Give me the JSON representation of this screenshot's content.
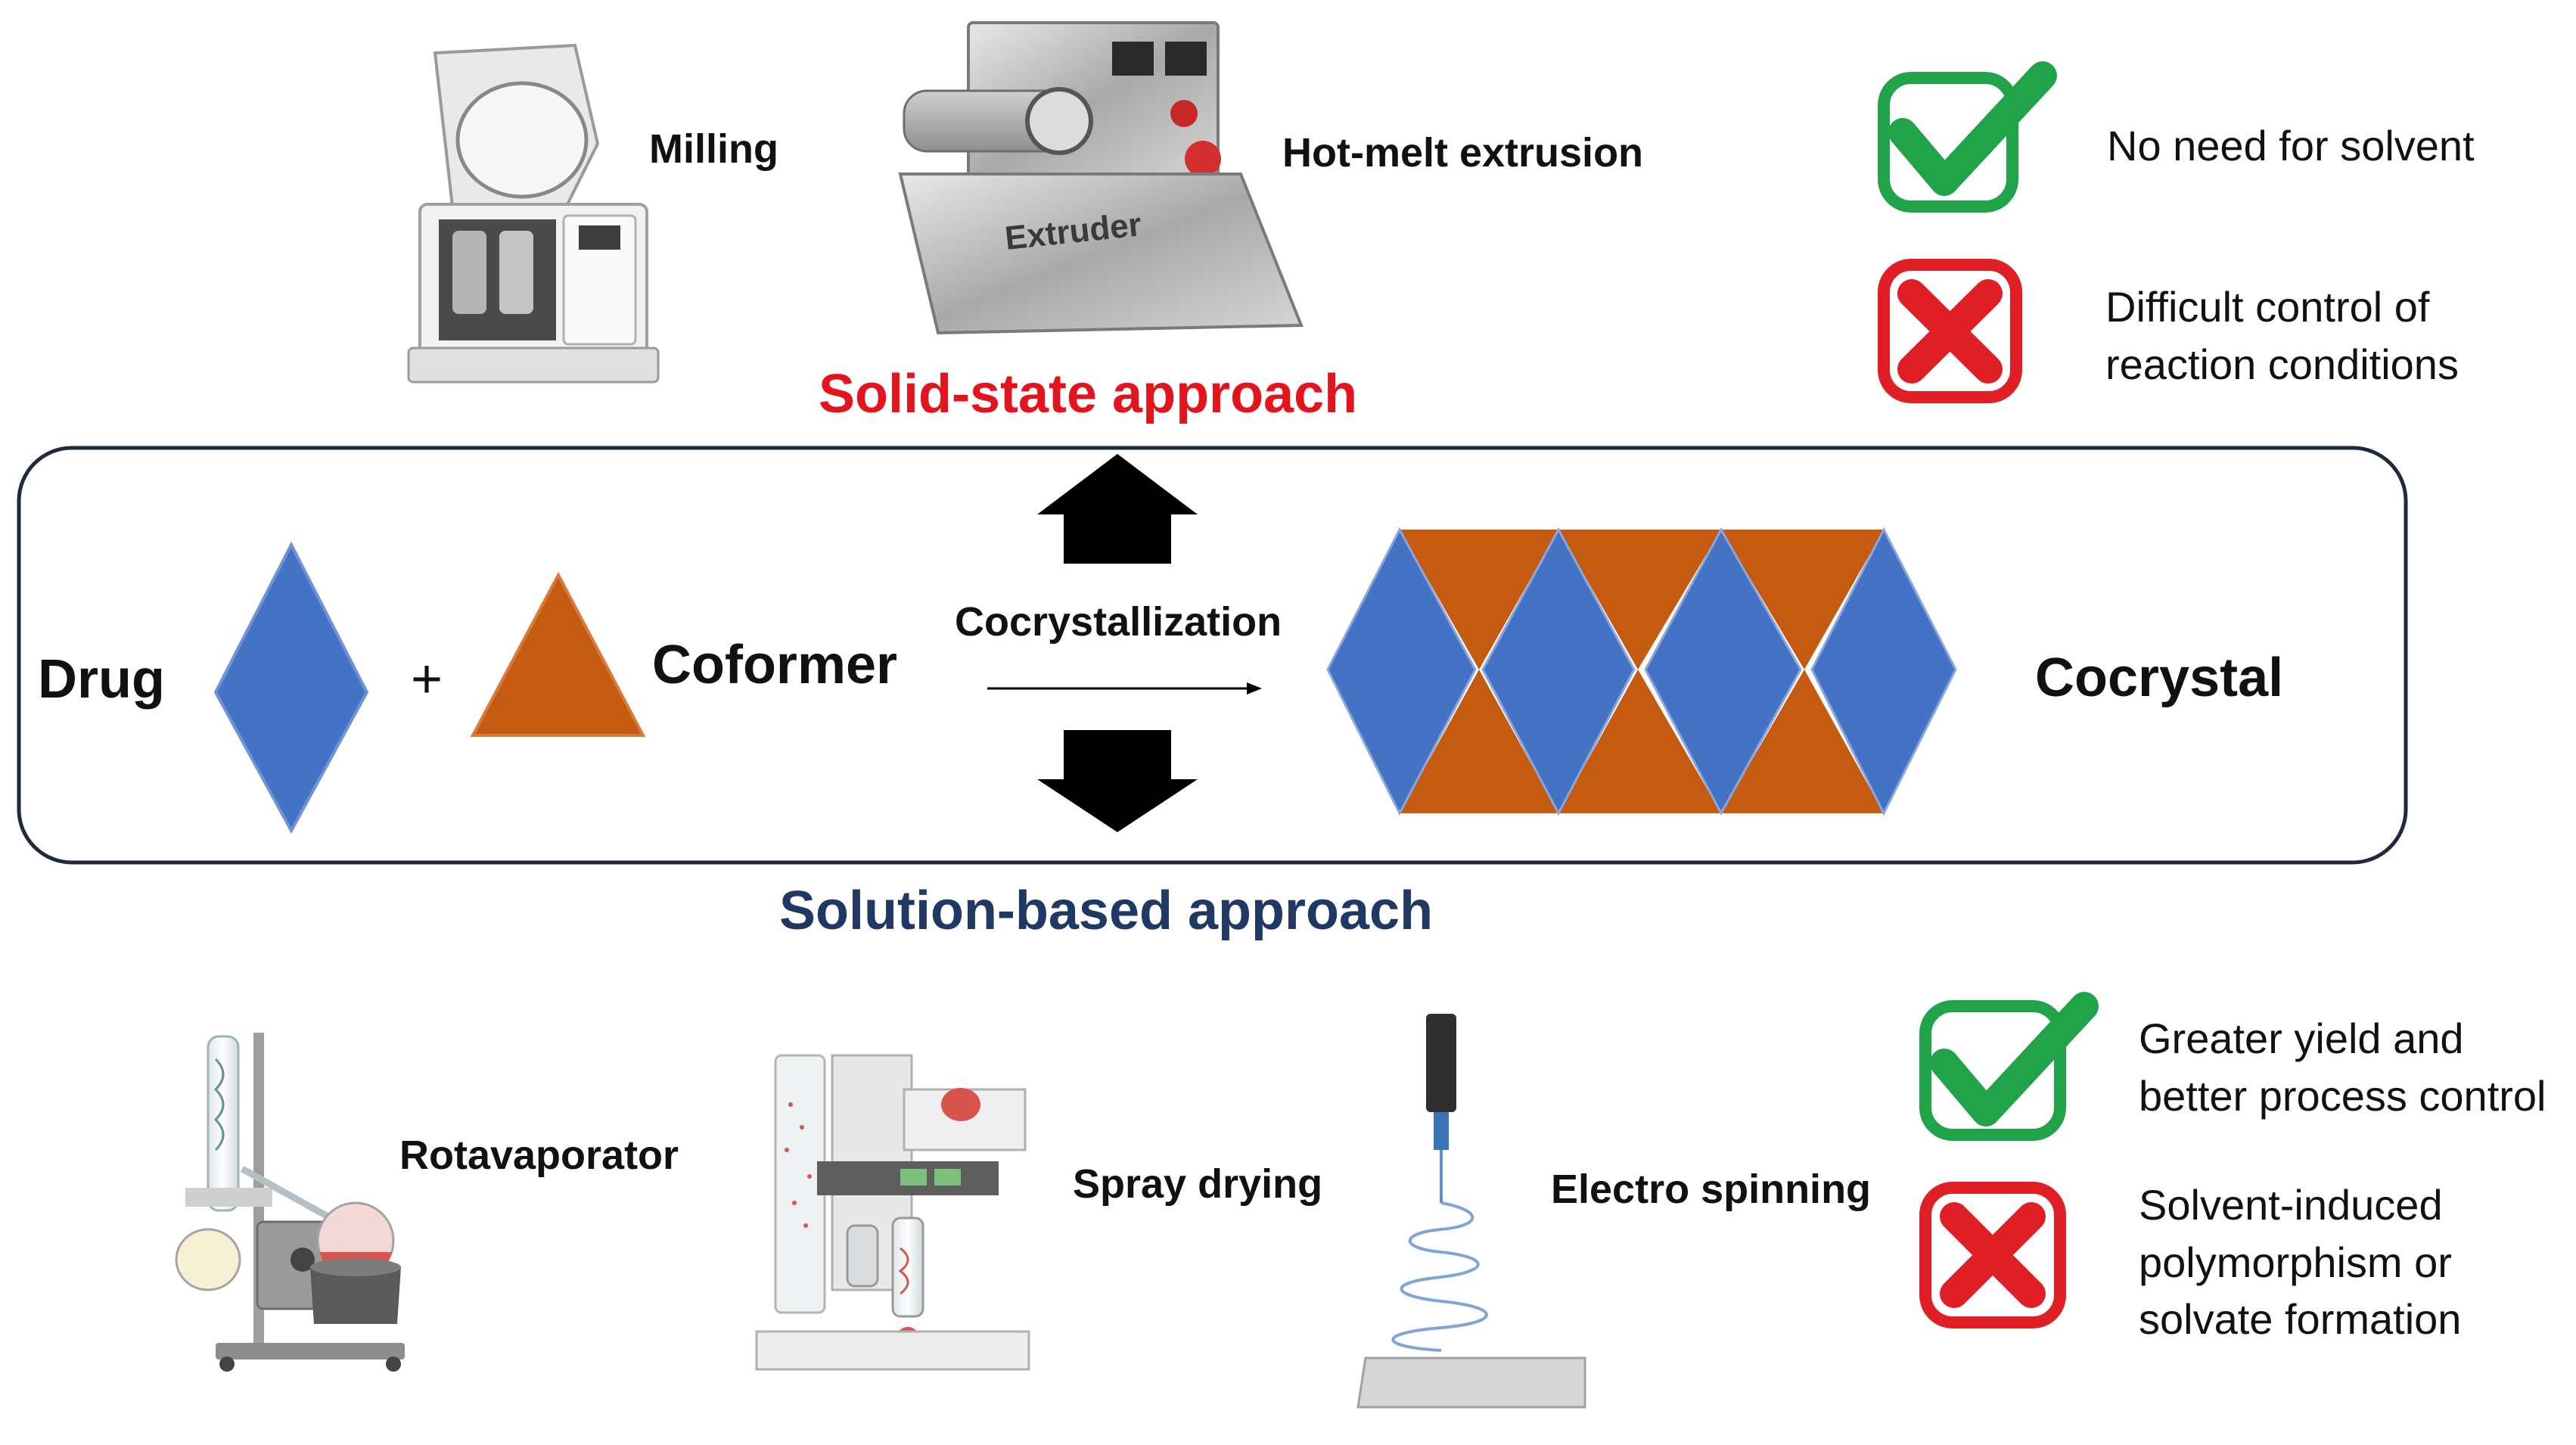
{
  "solid_state": {
    "title": "Solid-state approach",
    "title_color": "#e3141c",
    "equipment": [
      {
        "label": "Milling",
        "icon": "ball-mill-icon"
      },
      {
        "label": "Hot-melt extrusion",
        "icon": "extruder-icon",
        "device_text": "Extruder"
      }
    ],
    "pro": "No need for solvent",
    "con_lines": [
      "Difficult control of",
      "reaction conditions"
    ]
  },
  "solution": {
    "title": "Solution-based approach",
    "title_color": "#1f3864",
    "equipment": [
      {
        "label": "Rotavaporator",
        "icon": "rotary-evaporator-icon"
      },
      {
        "label": "Spray drying",
        "icon": "spray-dryer-icon"
      },
      {
        "label": "Electro spinning",
        "icon": "electrospinning-icon"
      }
    ],
    "pro_lines": [
      "Greater yield and",
      "better process control"
    ],
    "con_lines": [
      "Solvent-induced",
      "polymorphism or",
      "solvate formation"
    ]
  },
  "process": {
    "drug": "Drug",
    "plus": "+",
    "coformer": "Coformer",
    "arrow_label": "Cocrystallization",
    "product": "Cocrystal"
  },
  "colors": {
    "drug": "#4472c4",
    "coformer": "#c55a11",
    "check": "#21a34a",
    "cross": "#e01e25",
    "frame": "#1f2b3c"
  }
}
